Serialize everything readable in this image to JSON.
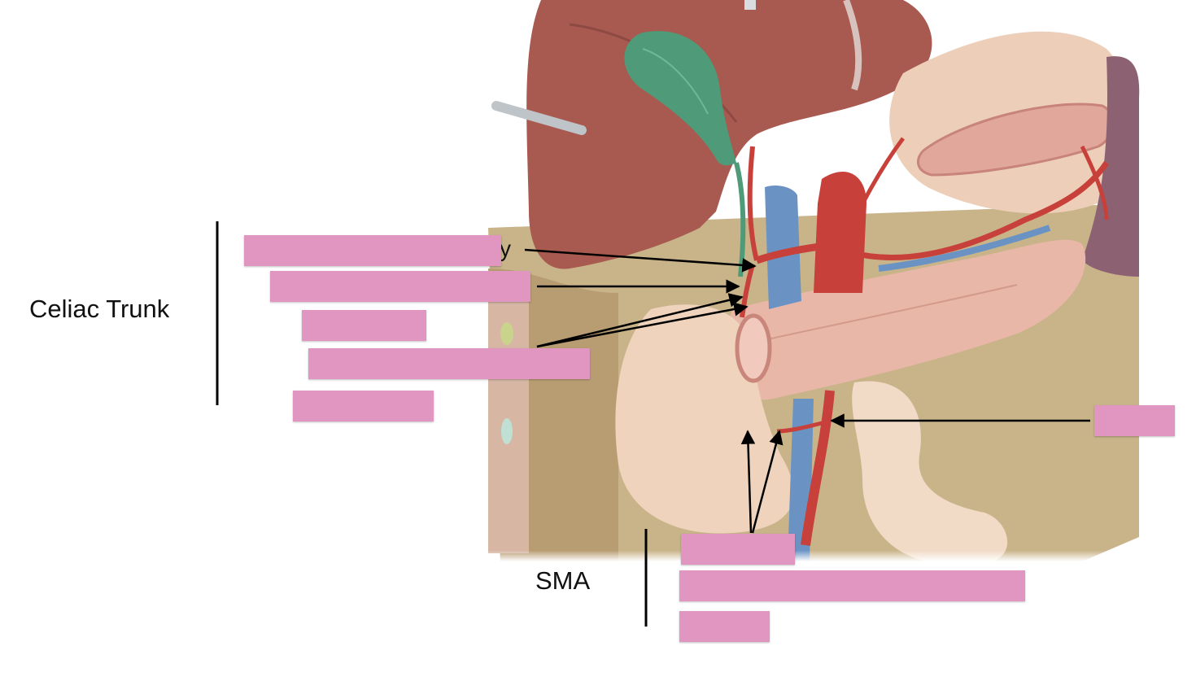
{
  "labels": {
    "celiac_group": "Celiac Trunk",
    "sma_group": "SMA",
    "partial_text": "y"
  },
  "answer_boxes": {
    "celiac": [
      "",
      "",
      "",
      "",
      ""
    ],
    "right": "",
    "sma": [
      "",
      "",
      ""
    ]
  },
  "colors": {
    "mask": "#e096c0",
    "artery": "#c8403a",
    "vein": "#6a93c4",
    "liver": "#a85a50",
    "gallbladder": "#4f9a78",
    "pancreas": "#e8b7a8",
    "duodenum": "#efd3bd",
    "background_tissue": "#c9b48a"
  },
  "icons": [
    "arrow-pointer",
    "bracket-line"
  ]
}
